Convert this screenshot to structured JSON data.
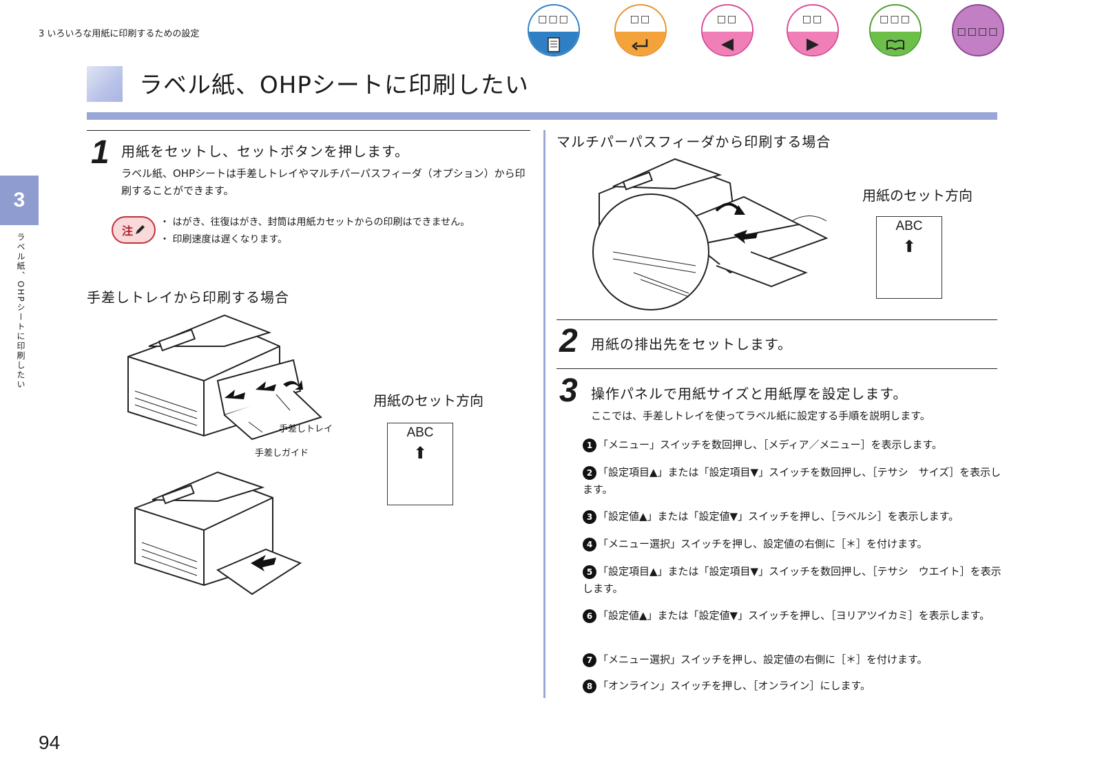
{
  "breadcrumb": "3 いろいろな用紙に印刷するための設定",
  "nav": [
    {
      "label": "□□□",
      "color": "#2f7fc4",
      "icon": "document-icon"
    },
    {
      "label": "□□",
      "color": "#f4a23a",
      "icon": "return-arrow-icon"
    },
    {
      "label": "□□",
      "color": "#ef7fb6",
      "icon": "triangle-left-icon"
    },
    {
      "label": "□□",
      "color": "#ef7fb6",
      "icon": "triangle-right-icon"
    },
    {
      "label": "□□□",
      "color": "#6cc04a",
      "icon": "book-icon"
    },
    {
      "label": "□□□□",
      "color": "#c27fc4",
      "icon": ""
    }
  ],
  "title": "ラベル紙、OHPシートに印刷したい",
  "chapter_tab": "3",
  "side_text": "ラベル紙、OHPシートに印刷したい",
  "step1": {
    "num": "1",
    "heading": "用紙をセットし、セットボタンを押します。",
    "body": "ラベル紙、OHPシートは手差しトレイやマルチパーパスフィーダ（オプション）から印刷することができます。"
  },
  "note": {
    "badge": "注",
    "items": [
      "・ はがき、往復はがき、封筒は用紙カセットからの印刷はできません。",
      "・ 印刷速度は遅くなります。"
    ]
  },
  "manual_section": {
    "heading": "手差しトレイから印刷する場合",
    "label_tray": "手差しトレイ",
    "label_guide": "手差しガイド",
    "direction_label": "用紙のセット方向",
    "paper_text": "ABC",
    "arrow": "⬆"
  },
  "multi_section": {
    "heading": "マルチパーパスフィーダから印刷する場合",
    "direction_label": "用紙のセット方向",
    "paper_text": "ABC",
    "arrow": "⬆"
  },
  "step2": {
    "num": "2",
    "heading": "用紙の排出先をセットします。"
  },
  "step3": {
    "num": "3",
    "heading": "操作パネルで用紙サイズと用紙厚を設定します。",
    "body": "ここでは、手差しトレイを使ってラベル紙に設定する手順を説明します。",
    "substeps": [
      {
        "n": "1",
        "text": "「メニュー」スイッチを数回押し、［メディア／メニュー］を表示します。"
      },
      {
        "n": "2",
        "text": "「設定項目▲」または「設定項目▼」スイッチを数回押し、［テサシ　サイズ］を表示します。"
      },
      {
        "n": "3",
        "text": "「設定値▲」または「設定値▼」スイッチを押し、［ラベルシ］を表示します。"
      },
      {
        "n": "4",
        "text": "「メニュー選択」スイッチを押し、設定値の右側に［＊］を付けます。"
      },
      {
        "n": "5",
        "text": "「設定項目▲」または「設定項目▼」スイッチを数回押し、［テサシ　ウエイト］を表示します。"
      },
      {
        "n": "6",
        "text": "「設定値▲」または「設定値▼」スイッチを押し、［ヨリアツイカミ］を表示します。"
      },
      {
        "n": "7",
        "text": "「メニュー選択」スイッチを押し、設定値の右側に［＊］を付けます。"
      },
      {
        "n": "8",
        "text": "「オンライン」スイッチを押し、［オンライン］にします。"
      }
    ]
  },
  "page_number": "94"
}
